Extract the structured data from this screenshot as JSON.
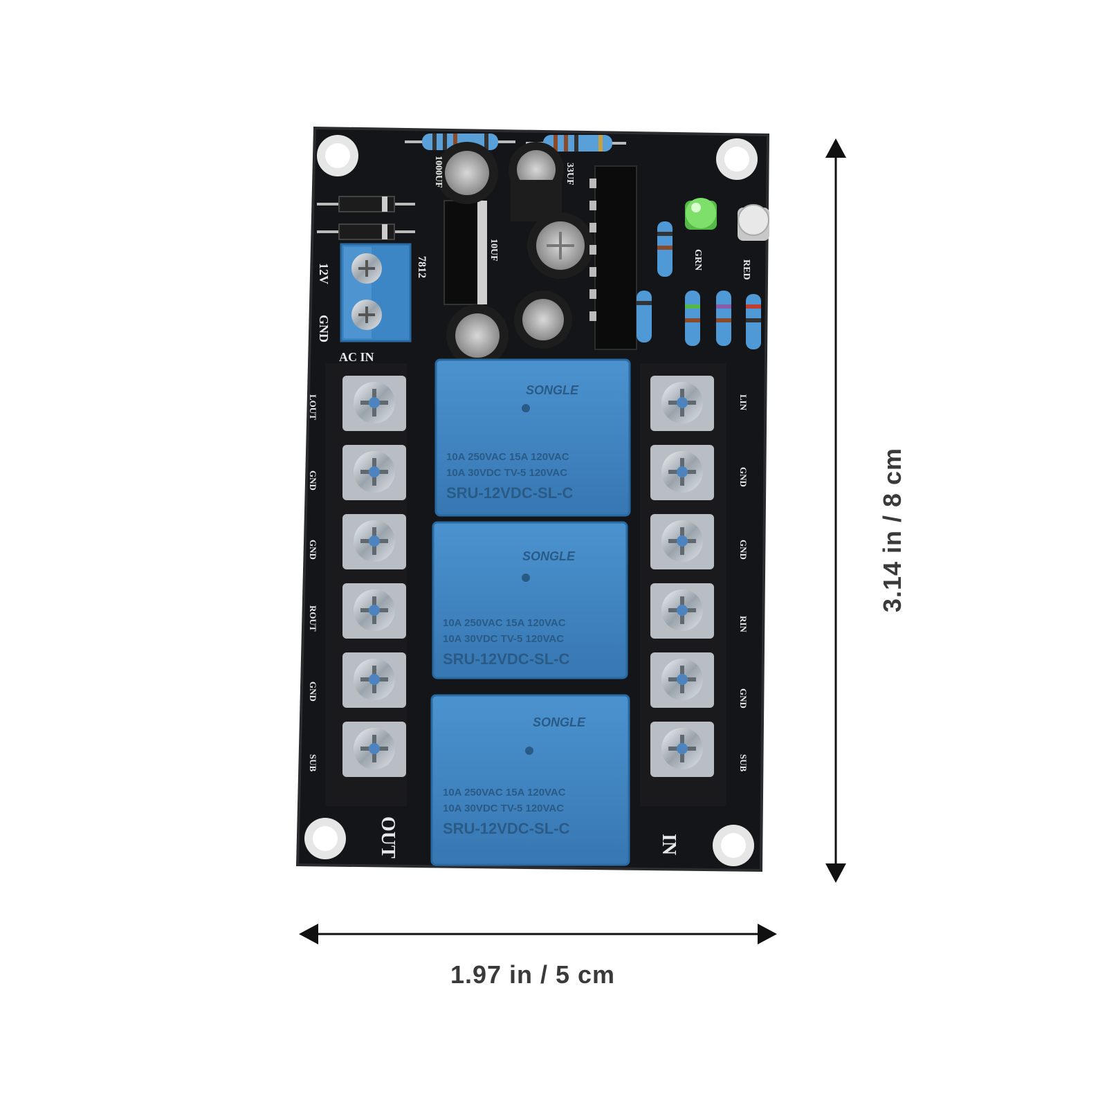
{
  "dimensions": {
    "width_label": "1.97 in / 5 cm",
    "height_label": "3.14 in / 8 cm"
  },
  "board": {
    "power_labels": [
      "12V",
      "GND"
    ],
    "ac_in_label": "AC IN",
    "regulator_label": "7812",
    "cap_labels": [
      "1000UF",
      "10UF",
      "33UF"
    ],
    "led_labels": [
      "GRN",
      "RED"
    ],
    "output_header": "OUT",
    "input_header": "IN",
    "left_terminals": [
      "LOUT",
      "GND",
      "GND",
      "ROUT",
      "GND",
      "SUB"
    ],
    "right_terminals": [
      "LIN",
      "GND",
      "GND",
      "RIN",
      "GND",
      "SUB"
    ]
  },
  "relays": [
    {
      "brand": "SONGLE",
      "line1": "10A 250VAC 15A 120VAC",
      "line2": "10A 30VDC TV-5 120VAC",
      "model": "SRU-12VDC-SL-C"
    },
    {
      "brand": "SONGLE",
      "line1": "10A 250VAC 15A 120VAC",
      "line2": "10A 30VDC TV-5 120VAC",
      "model": "SRU-12VDC-SL-C"
    },
    {
      "brand": "SONGLE",
      "line1": "10A 250VAC 15A 120VAC",
      "line2": "10A 30VDC TV-5 120VAC",
      "model": "SRU-12VDC-SL-C"
    }
  ],
  "colors": {
    "pcb": "#111214",
    "relay": "#3f86c2",
    "arrow": "#111111",
    "led_green": "#7ee06a"
  }
}
